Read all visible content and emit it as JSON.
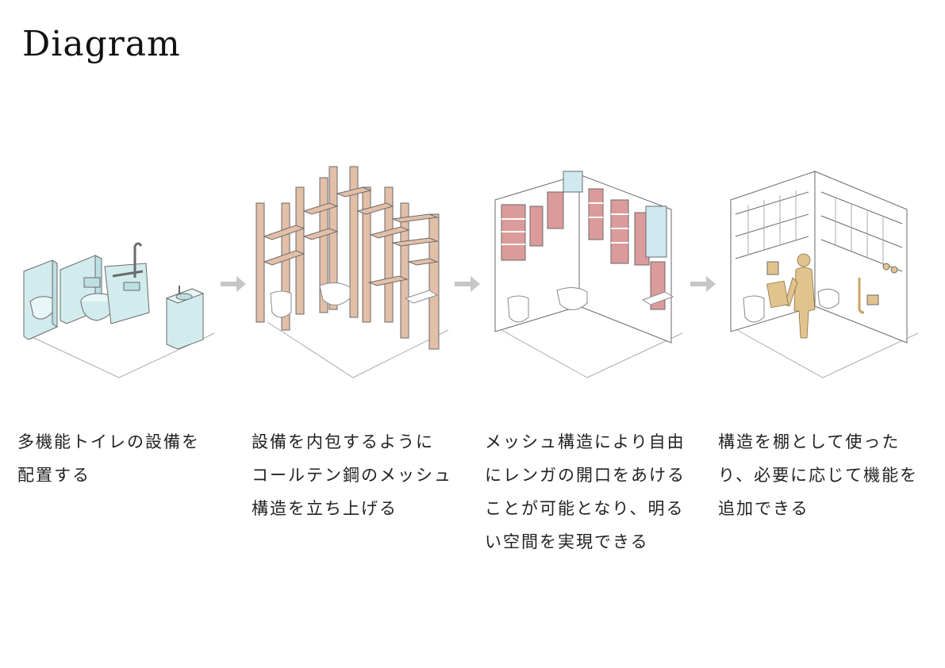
{
  "title": "Diagram",
  "colors": {
    "fixture": "#d2ecee",
    "mesh": "#e3bfa8",
    "brick": "#dc9b9b",
    "glass": "#cfe9ef",
    "figure": "#e1c48d",
    "line": "#6a6a6a",
    "arrow": "#c6c6c6"
  },
  "steps": [
    {
      "caption": "多機能トイレの設備を\n配置する"
    },
    {
      "caption": "設備を内包するように\nコールテン鋼のメッシュ\n構造を立ち上げる"
    },
    {
      "caption": "メッシュ構造により自由\nにレンガの開口をあける\nことが可能となり、明る\nい空間を実現できる"
    },
    {
      "caption": "構造を棚として使った\nり、必要に応じて機能を\n追加できる"
    }
  ]
}
